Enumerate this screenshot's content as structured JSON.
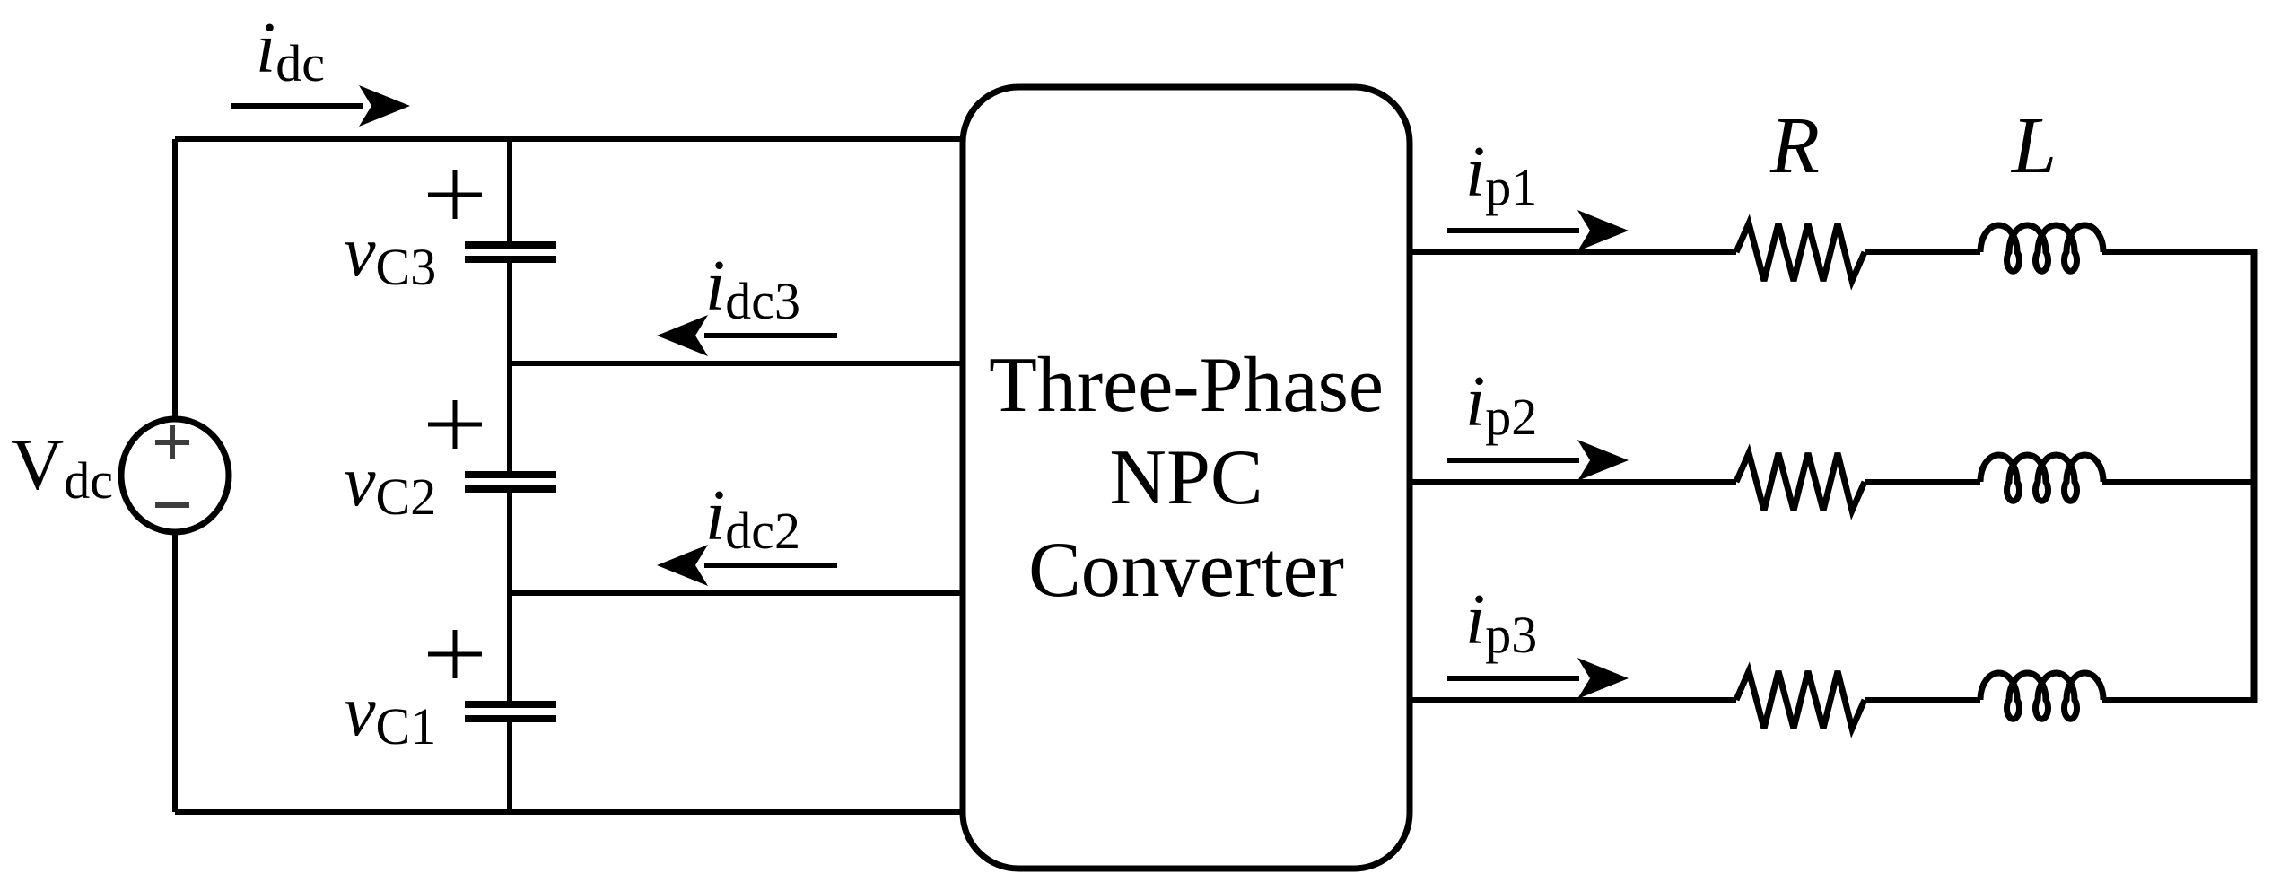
{
  "figure": {
    "background": "#ffffff",
    "line_color": "#000000",
    "source_sign_color": "#3d3d3d",
    "description": "Three-phase NPC converter with split DC-link capacitors and RL load"
  },
  "source": {
    "kind": "dc-voltage-source",
    "label": {
      "base": "V",
      "sub": "dc"
    },
    "plus": "+",
    "minus": "−"
  },
  "dc_bus": {
    "current_label": {
      "base": "i",
      "sub": "dc"
    },
    "current_direction": "right",
    "capacitors": [
      {
        "label": {
          "base": "v",
          "sub": "C3"
        },
        "polarity": "+"
      },
      {
        "label": {
          "base": "v",
          "sub": "C2"
        },
        "polarity": "+"
      },
      {
        "label": {
          "base": "v",
          "sub": "C1"
        },
        "polarity": "+"
      }
    ],
    "tap_currents": [
      {
        "label": {
          "base": "i",
          "sub": "dc3"
        },
        "direction": "left"
      },
      {
        "label": {
          "base": "i",
          "sub": "dc2"
        },
        "direction": "left"
      }
    ]
  },
  "converter": {
    "lines": [
      "Three-Phase",
      "NPC",
      "Converter"
    ]
  },
  "load": {
    "phase_currents": [
      {
        "base": "i",
        "sub": "p1",
        "direction": "right"
      },
      {
        "base": "i",
        "sub": "p2",
        "direction": "right"
      },
      {
        "base": "i",
        "sub": "p3",
        "direction": "right"
      }
    ],
    "resistor_label": "R",
    "inductor_label": "L"
  }
}
